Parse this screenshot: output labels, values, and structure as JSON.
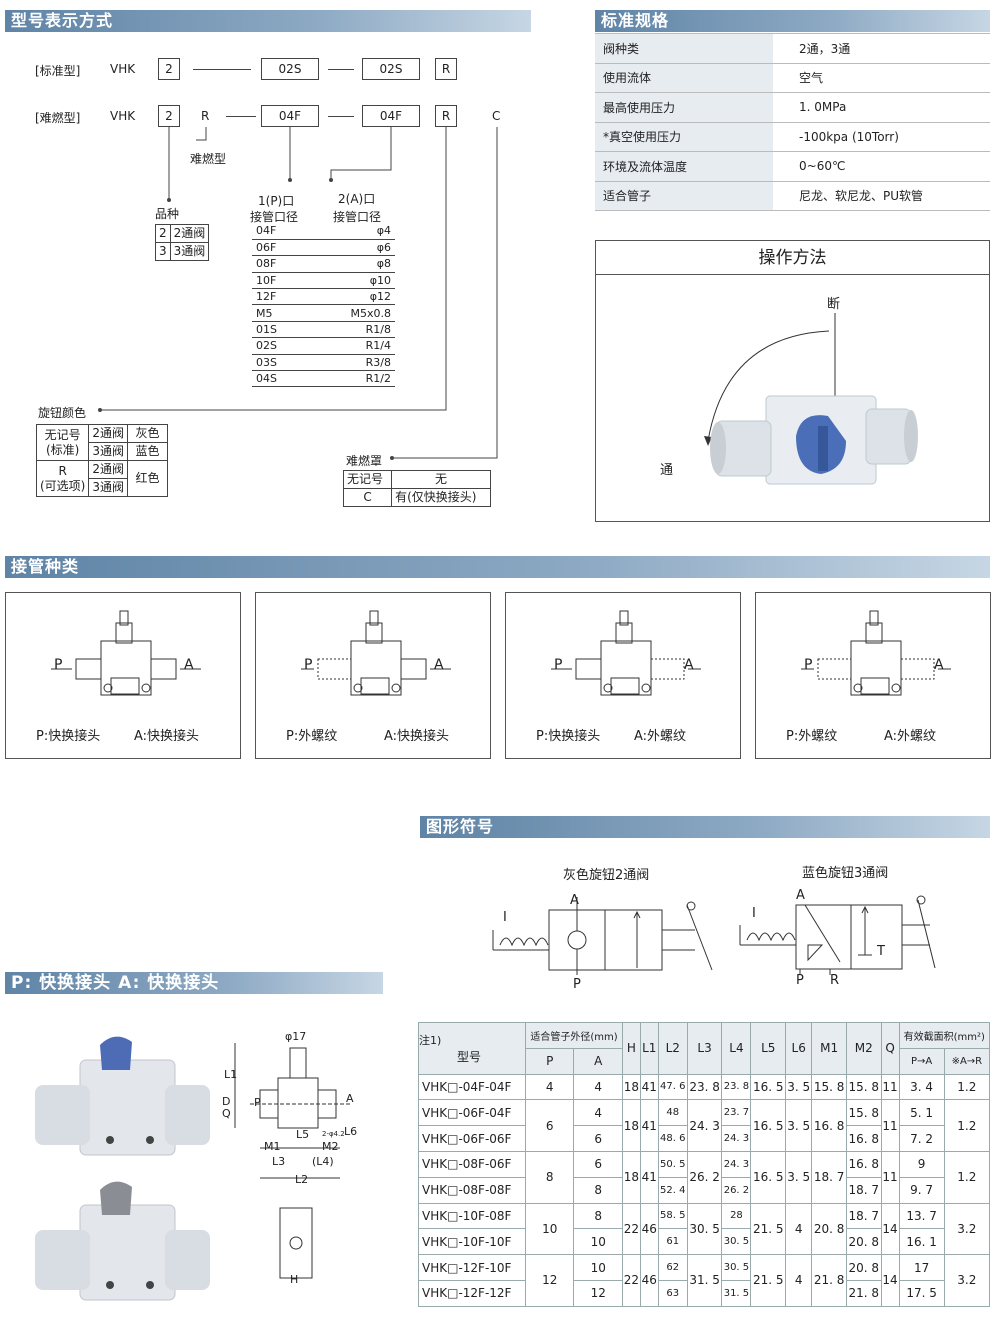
{
  "sections": {
    "model": "型号表示方式",
    "spec": "标准规格",
    "pipe": "接管种类",
    "symbol": "图形符号",
    "pa": "P: 快换接头   A: 快换接头"
  },
  "model": {
    "std_label": "[标准型]",
    "fr_label": "[难燃型]",
    "vhk": "VHK",
    "std_boxes": [
      "2",
      "02S",
      "02S",
      "R"
    ],
    "fr_boxes": [
      "2",
      "R",
      "04F",
      "04F",
      "R",
      "C"
    ],
    "fr_note": "难燃型",
    "variety_title": "品种",
    "variety": [
      [
        "2",
        "2通阀"
      ],
      [
        "3",
        "3通阀"
      ]
    ],
    "p_port": "1(P)口",
    "a_port": "2(A)口",
    "size_head": "接管口径",
    "sizes": [
      [
        "04F",
        "φ4"
      ],
      [
        "06F",
        "φ6"
      ],
      [
        "08F",
        "φ8"
      ],
      [
        "10F",
        "φ10"
      ],
      [
        "12F",
        "φ12"
      ],
      [
        "M5",
        "M5x0.8"
      ],
      [
        "01S",
        "R1/8"
      ],
      [
        "02S",
        "R1/4"
      ],
      [
        "03S",
        "R3/8"
      ],
      [
        "04S",
        "R1/2"
      ]
    ],
    "knob_title": "旋钮颜色",
    "knob": {
      "r1a": "无记号",
      "r1b": "(标准)",
      "r2a": "R",
      "r2b": "(可选项)",
      "v2": "2通阀",
      "v3": "3通阀",
      "gray": "灰色",
      "blue": "蓝色",
      "red": "红色"
    },
    "cover_title": "难燃罩",
    "cover": [
      [
        "无记号",
        "无"
      ],
      [
        "C",
        "有(仅快换接头)"
      ]
    ]
  },
  "spec": [
    [
      "阀种类",
      "2通，3通"
    ],
    [
      "使用流体",
      "空气"
    ],
    [
      "最高使用压力",
      "1. 0MPa"
    ],
    [
      "*真空使用压力",
      "-100kpa (10Torr)"
    ],
    [
      "环境及流体温度",
      "0~60℃"
    ],
    [
      "适合管子",
      "尼龙、软尼龙、PU软管"
    ]
  ],
  "operation": {
    "title": "操作方法",
    "off": "断",
    "on": "通"
  },
  "pipe_types": [
    [
      "P:快换接头",
      "A:快换接头"
    ],
    [
      "P:外螺纹",
      "A:快换接头"
    ],
    [
      "P:快换接头",
      "A:外螺纹"
    ],
    [
      "P:外螺纹",
      "A:外螺纹"
    ]
  ],
  "port_letters": {
    "p": "P",
    "a": "A"
  },
  "symbols": {
    "s1": "灰色旋钮2通阀",
    "s2": "蓝色旋钮3通阀",
    "A": "A",
    "P": "P",
    "R": "R",
    "T": "T",
    "I": "I"
  },
  "drawing": {
    "phi17": "φ17",
    "L1": "L1",
    "D": "D",
    "Q": "Q",
    "L5": "L5",
    "M1": "M1",
    "M2": "M2",
    "L3": "L3",
    "L4": "(L4)",
    "L2": "L2",
    "L6": "L6",
    "H": "H",
    "hole": "2-φ4.2",
    "P": "P",
    "A": "A"
  },
  "table": {
    "note": "注1)",
    "model": "型号",
    "tube": "适合管子外径(mm)",
    "P": "P",
    "A": "A",
    "cols": [
      "H",
      "L1",
      "L2",
      "L3",
      "L4",
      "L5",
      "L6",
      "M1",
      "M2",
      "Q"
    ],
    "area": "有效截面积(mm²)",
    "pa": "P→A",
    "ar": "※A→R",
    "rows": [
      [
        "VHK□-04F-04F",
        "4",
        "4",
        "18",
        "41",
        "47. 6",
        "23. 8",
        "23. 8",
        "16. 5",
        "3. 5",
        "15. 8",
        "15. 8",
        "11",
        "3. 4",
        "1.2"
      ],
      [
        "VHK□-06F-04F",
        "6",
        "4",
        "18",
        "41",
        "48",
        "24. 3",
        "23. 7",
        "16. 5",
        "3. 5",
        "16. 8",
        "15. 8",
        "11",
        "5. 1",
        "1.2"
      ],
      [
        "VHK□-06F-06F",
        "",
        "6",
        "",
        "",
        "48. 6",
        "",
        "24. 3",
        "",
        "",
        "",
        "16. 8",
        "",
        "7. 2",
        ""
      ],
      [
        "VHK□-08F-06F",
        "8",
        "6",
        "18",
        "41",
        "50. 5",
        "26. 2",
        "24. 3",
        "16. 5",
        "3. 5",
        "18. 7",
        "16. 8",
        "11",
        "9",
        "1.2"
      ],
      [
        "VHK□-08F-08F",
        "",
        "8",
        "",
        "",
        "52. 4",
        "",
        "26. 2",
        "",
        "",
        "",
        "18. 7",
        "",
        "9. 7",
        ""
      ],
      [
        "VHK□-10F-08F",
        "10",
        "8",
        "22",
        "46",
        "58. 5",
        "30. 5",
        "28",
        "21. 5",
        "4",
        "20. 8",
        "18. 7",
        "14",
        "13. 7",
        "3.2"
      ],
      [
        "VHK□-10F-10F",
        "",
        "10",
        "",
        "",
        "61",
        "",
        "30. 5",
        "",
        "",
        "",
        "20. 8",
        "",
        "16. 1",
        ""
      ],
      [
        "VHK□-12F-10F",
        "12",
        "10",
        "22",
        "46",
        "62",
        "31. 5",
        "30. 5",
        "21. 5",
        "4",
        "21. 8",
        "20. 8",
        "14",
        "17",
        "3.2"
      ],
      [
        "VHK□-12F-12F",
        "",
        "12",
        "",
        "",
        "63",
        "",
        "31. 5",
        "",
        "",
        "",
        "21. 8",
        "",
        "17. 5",
        ""
      ]
    ]
  }
}
